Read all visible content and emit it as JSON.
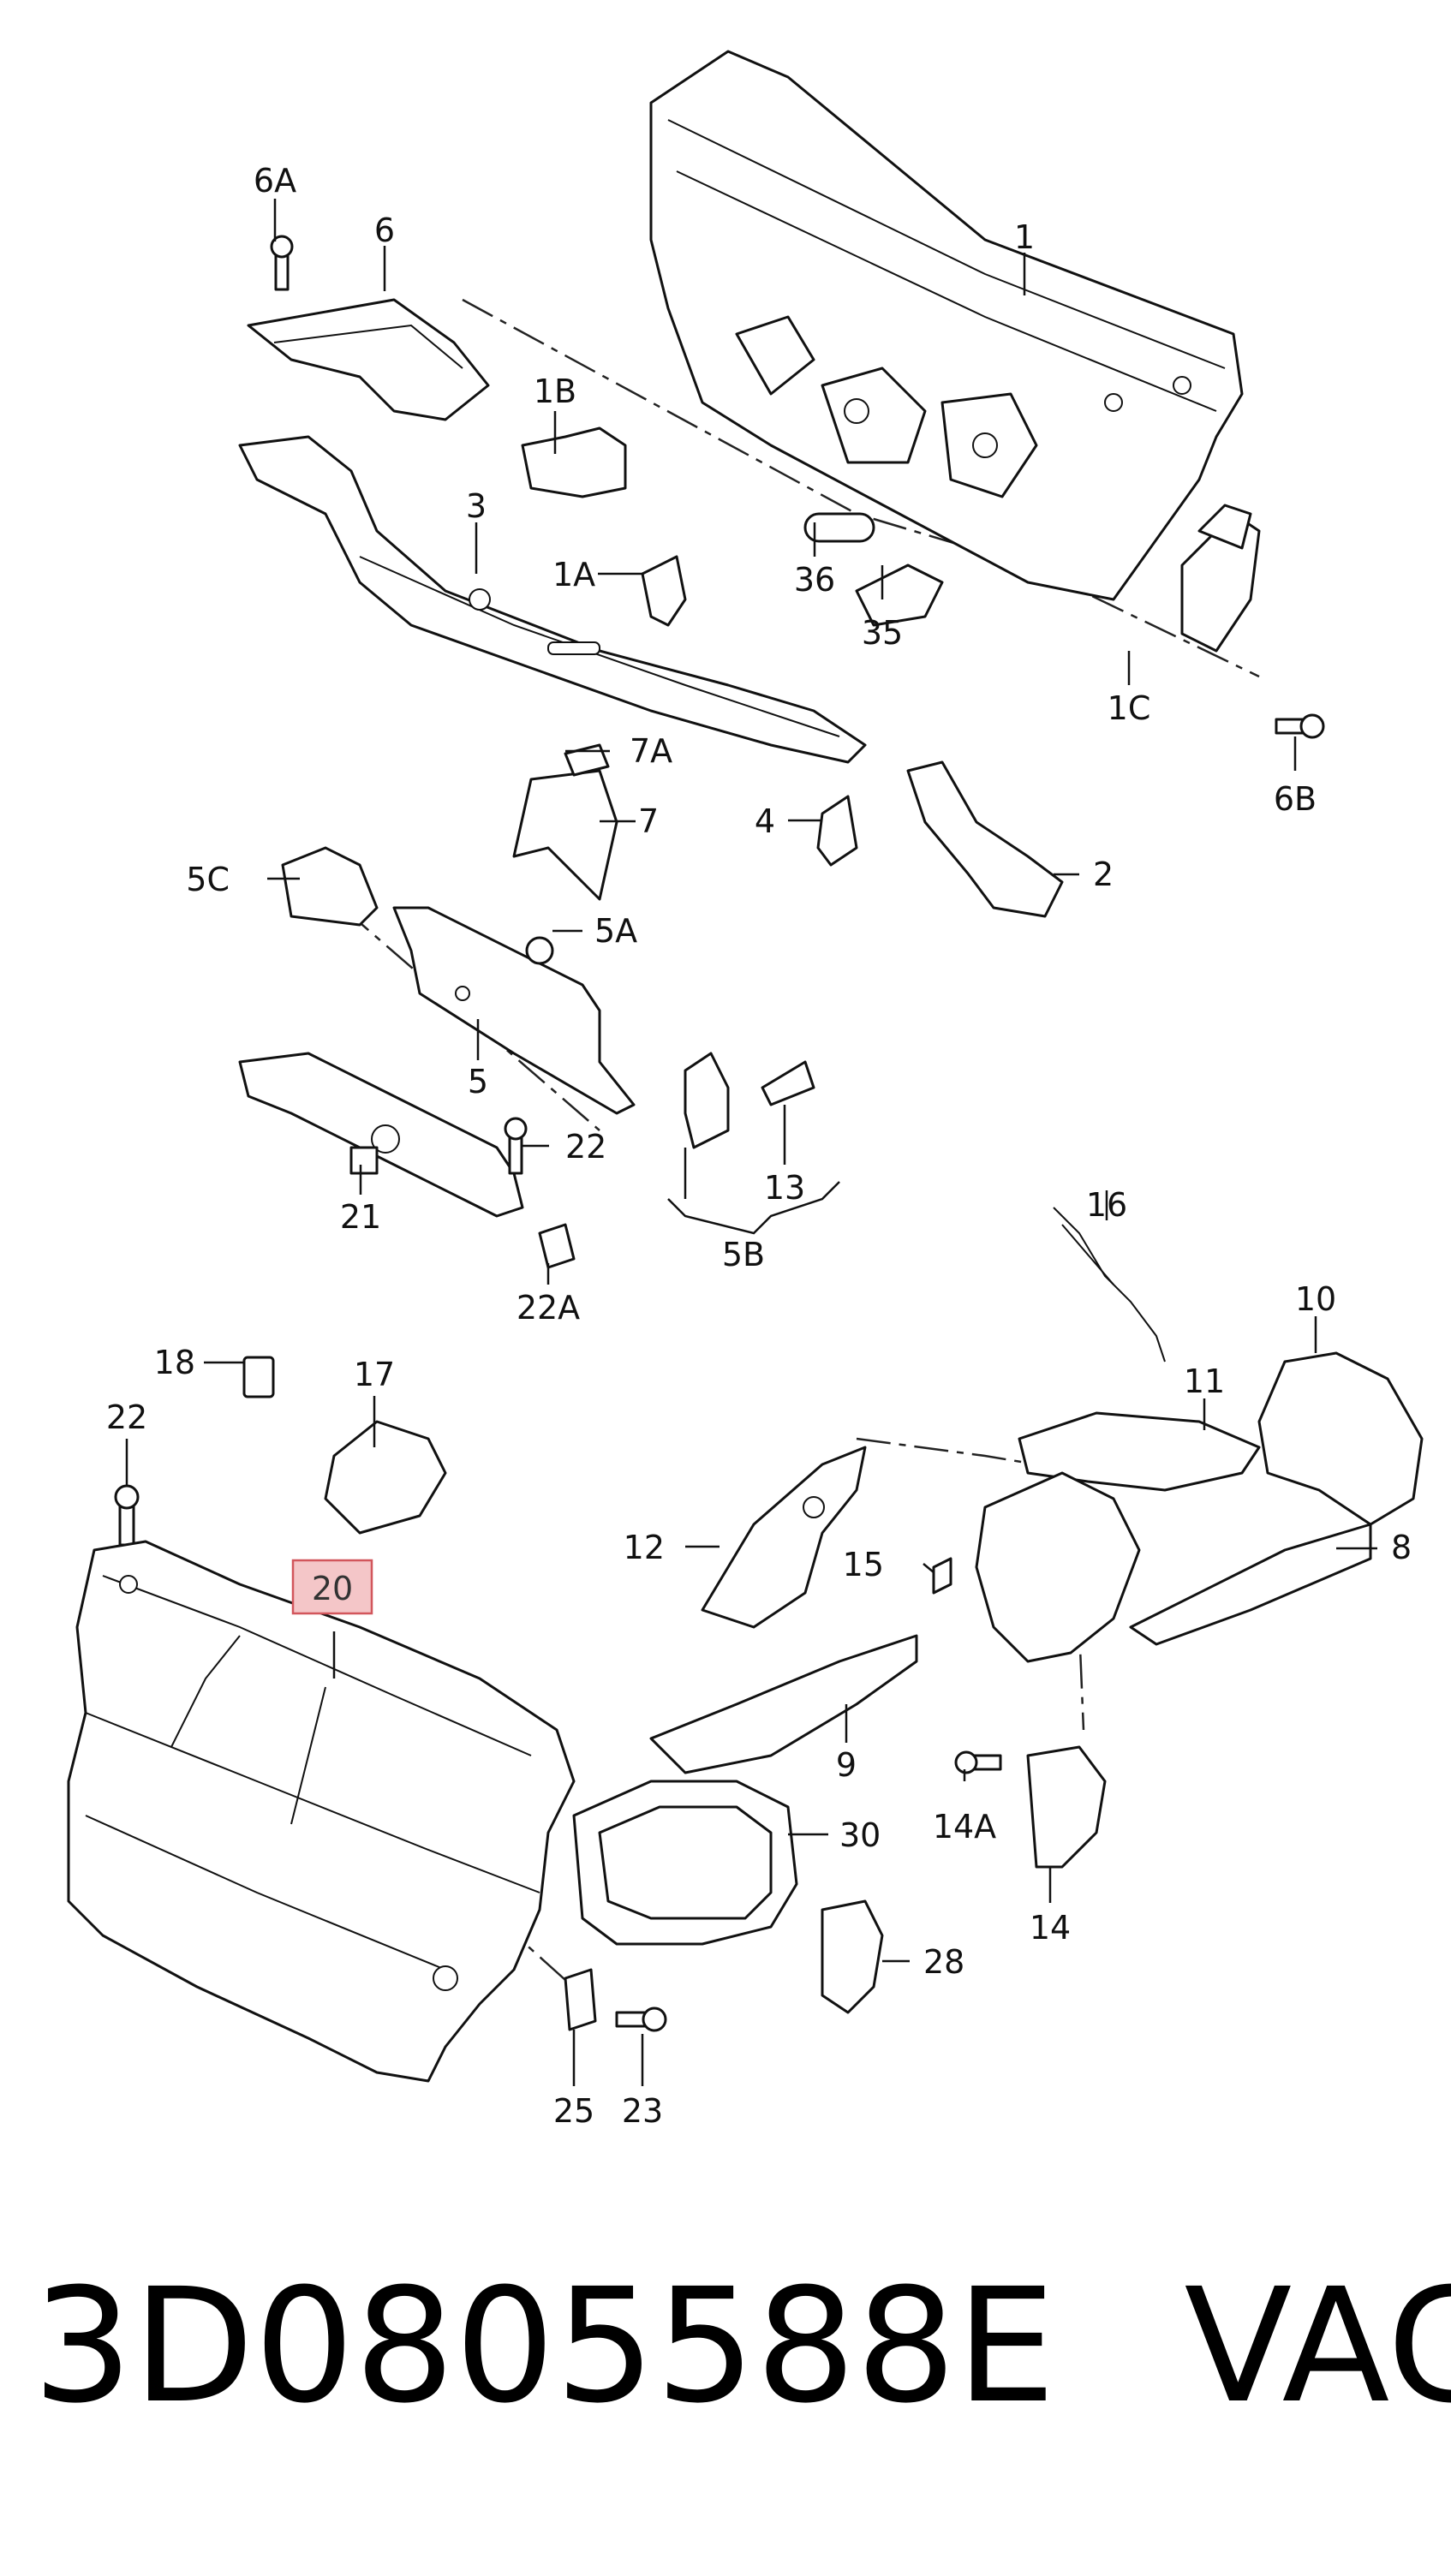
{
  "diagram": {
    "highlighted_part": "20",
    "callouts": {
      "c1": "1",
      "c1A": "1A",
      "c1B": "1B",
      "c1C": "1C",
      "c2": "2",
      "c3": "3",
      "c4": "4",
      "c5": "5",
      "c5A": "5A",
      "c5B": "5B",
      "c5C": "5C",
      "c6": "6",
      "c6A": "6A",
      "c6B": "6B",
      "c7": "7",
      "c7A": "7A",
      "c8": "8",
      "c9": "9",
      "c10": "10",
      "c11": "11",
      "c12": "12",
      "c13": "13",
      "c14": "14",
      "c14A": "14A",
      "c15": "15",
      "c16": "16",
      "c17": "17",
      "c18": "18",
      "c21": "21",
      "c22a": "22",
      "c22b": "22",
      "c22A": "22A",
      "c23": "23",
      "c25": "25",
      "c28": "28",
      "c30": "30",
      "c35": "35",
      "c36": "36"
    }
  },
  "footer": {
    "part_number": "3D0805588E",
    "brand": "VAG"
  },
  "colors": {
    "line": "#111111",
    "highlight_fill": "#f4c6c8",
    "highlight_border": "#d2565c"
  }
}
